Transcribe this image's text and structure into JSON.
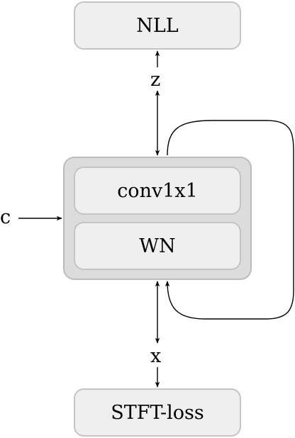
{
  "nodes": {
    "nll": "NLL",
    "conv": "conv1x1",
    "wn": "WN",
    "stft": "STFT-loss"
  },
  "labels": {
    "z": "z",
    "x": "x",
    "c": "c"
  }
}
